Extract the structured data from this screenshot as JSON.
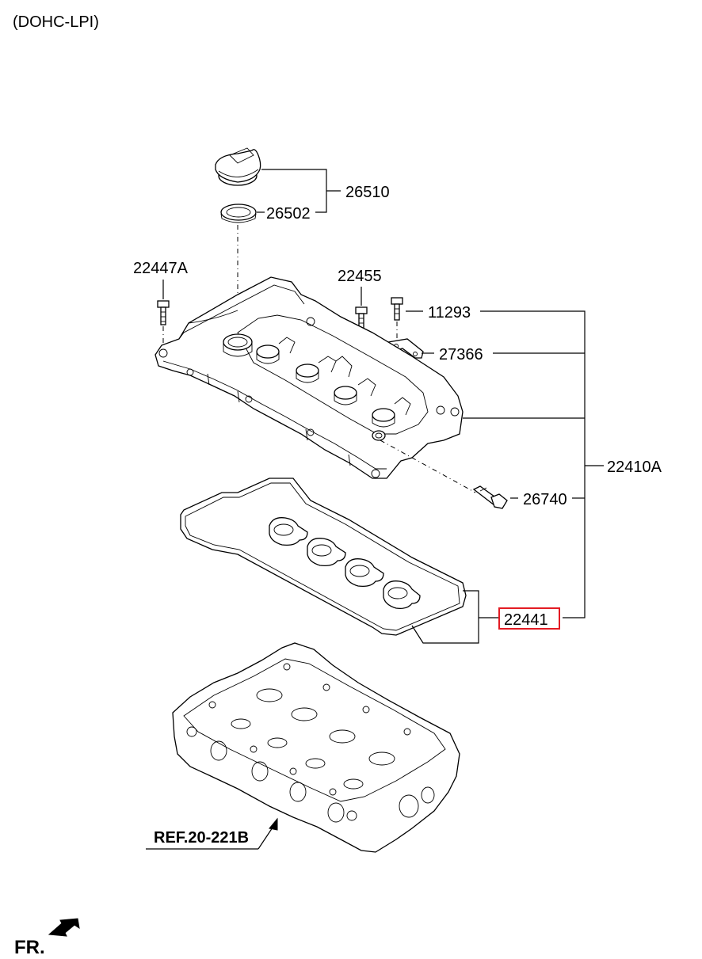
{
  "header": {
    "title": "(DOHC-LPI)"
  },
  "parts": {
    "p26510": "26510",
    "p26502": "26502",
    "p22447A": "22447A",
    "p22455": "22455",
    "p11293": "11293",
    "p27366": "27366",
    "p22410A": "22410A",
    "p26740": "26740",
    "p22441": "22441"
  },
  "highlight": {
    "part": "22441",
    "color": "#e31b23"
  },
  "reference": {
    "label": "REF.20-221B"
  },
  "orientation": {
    "label": "FR."
  }
}
